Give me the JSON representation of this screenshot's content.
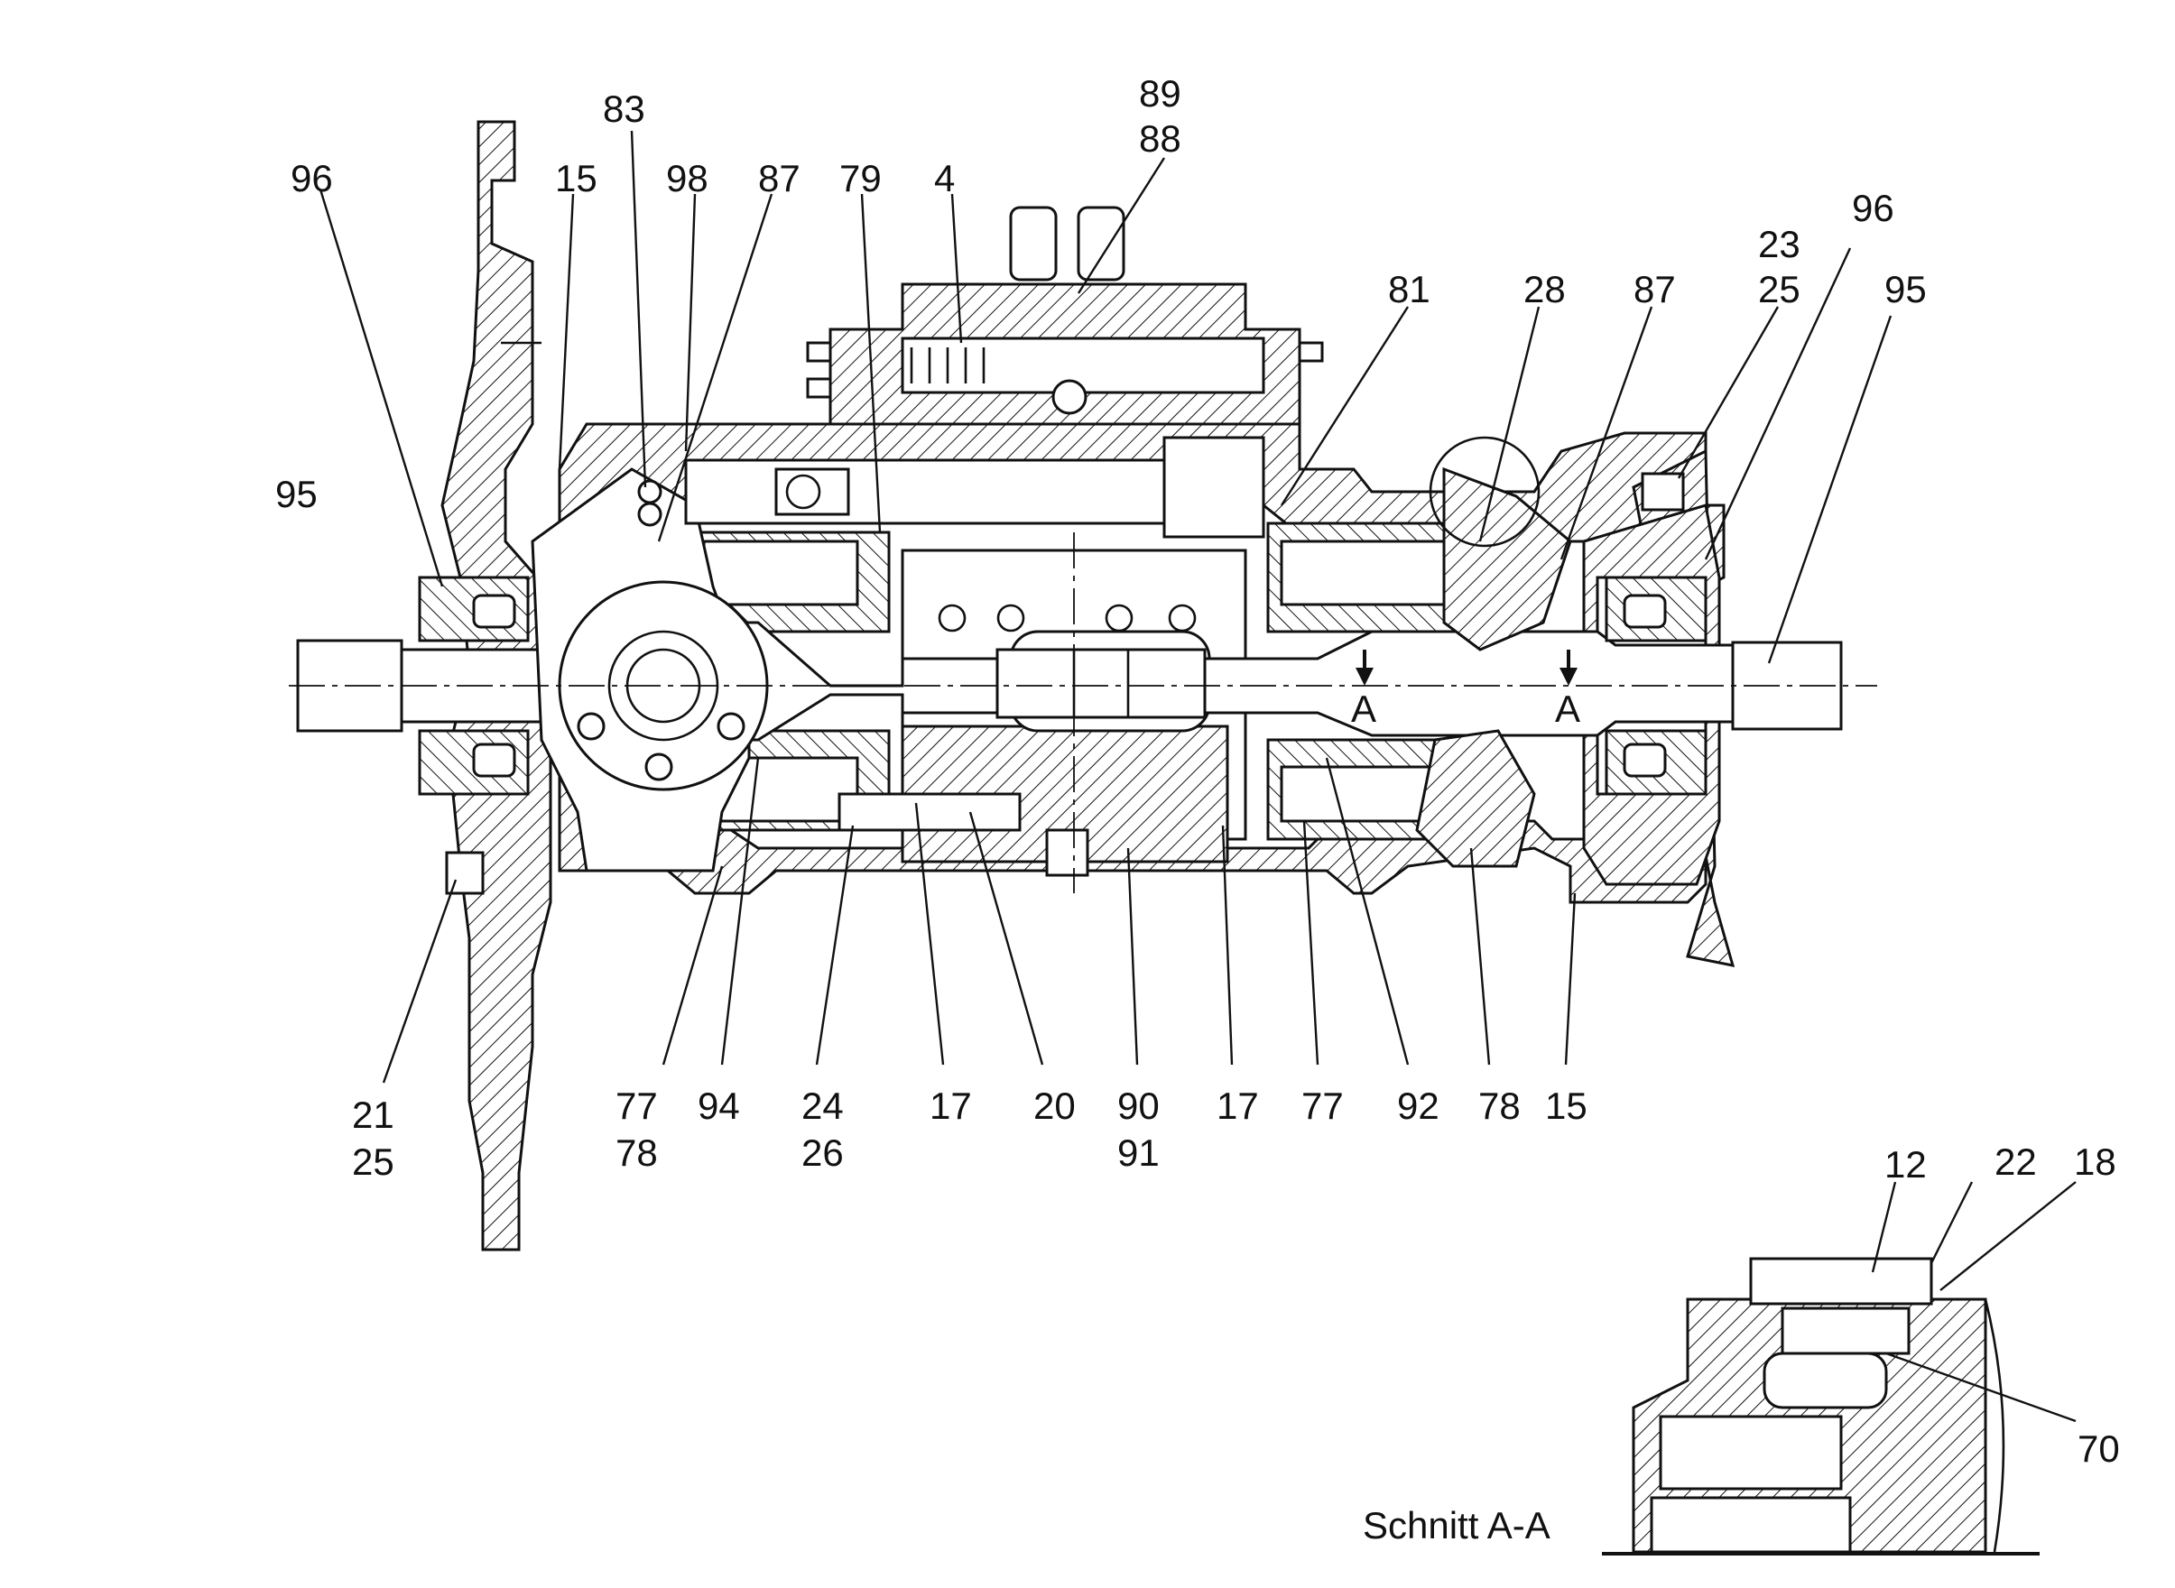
{
  "callouts": {
    "c96_left": "96",
    "c95_left": "95",
    "c83": "83",
    "c15_top": "15",
    "c98": "98",
    "c87_left": "87",
    "c79": "79",
    "c4": "4",
    "c89": "89",
    "c88": "88",
    "c81": "81",
    "c28": "28",
    "c87_right": "87",
    "c23": "23",
    "c25_top": "25",
    "c96_right": "96",
    "c95_right": "95",
    "c21": "21",
    "c25_bottom": "25",
    "c77_a": "77",
    "c78_a": "78",
    "c94": "94",
    "c24": "24",
    "c26": "26",
    "c17_a": "17",
    "c20": "20",
    "c90": "90",
    "c91": "91",
    "c17_b": "17",
    "c77_b": "77",
    "c92": "92",
    "c78_b": "78",
    "c15_bottom": "15",
    "c12": "12",
    "c22": "22",
    "c18": "18",
    "c70": "70"
  },
  "section_markers": {
    "a1": "A",
    "a2": "A"
  },
  "section_caption": "Schnitt A-A"
}
